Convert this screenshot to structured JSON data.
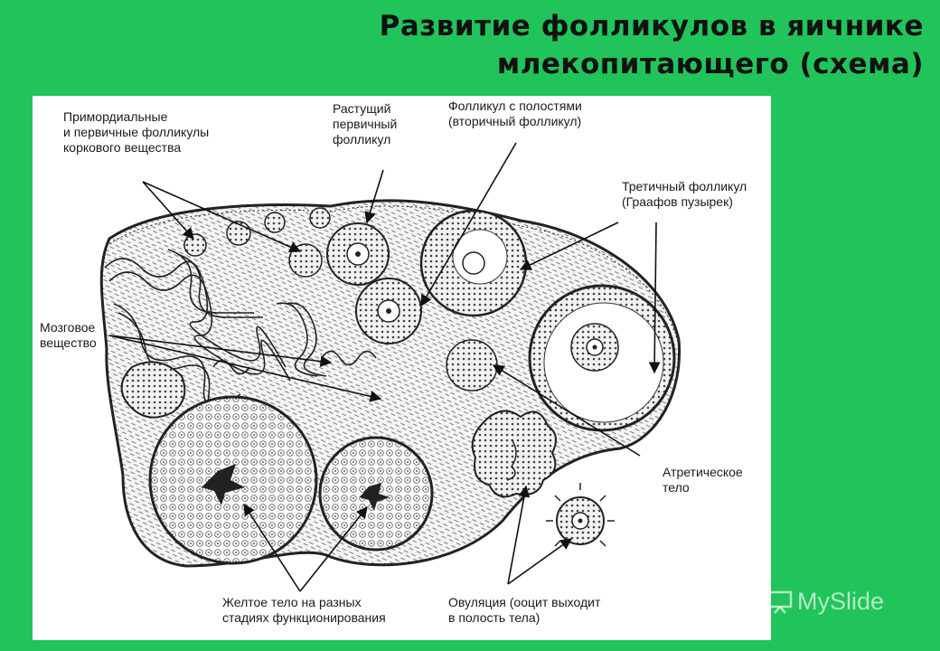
{
  "title": {
    "line1": "Развитие фолликулов в яичнике",
    "line2": "млекопитающего (схема)"
  },
  "labels": {
    "primordial": "Примордиальные\nи первичные фолликулы\nкоркового вещества",
    "growing_primary": "Растущий\nпервичный\nфолликул",
    "secondary": "Фолликул с полостями\n(вторичный фолликул)",
    "tertiary": "Третичный фолликул\n(Граафов пузырек)",
    "medulla": "Мозговое\nвещество",
    "atretic": "Атретическое\nтело",
    "corpus_luteum": "Желтое тело на разных\nстадиях функционирования",
    "ovulation": "Овуляция (ооцит выходит\nв полость тела)"
  },
  "watermark": {
    "text": "MySlide",
    "icon": "slideshow-icon"
  },
  "colors": {
    "background": "#21c45a",
    "ink": "#1a1a1a",
    "panel": "#ffffff"
  }
}
